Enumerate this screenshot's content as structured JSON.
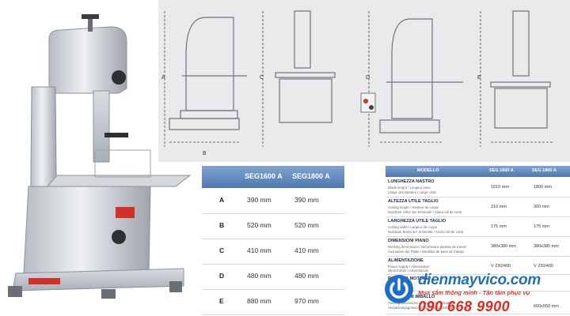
{
  "dims_table": {
    "headers": [
      "SEG1600 A",
      "SEG1800 A"
    ],
    "rows": [
      {
        "key": "A",
        "v1": "390 mm",
        "v2": "390 mm"
      },
      {
        "key": "B",
        "v1": "520 mm",
        "v2": "520 mm"
      },
      {
        "key": "C",
        "v1": "410 mm",
        "v2": "410 mm"
      },
      {
        "key": "D",
        "v1": "480 mm",
        "v2": "480 mm"
      },
      {
        "key": "E",
        "v1": "880 mm",
        "v2": "970 mm"
      }
    ]
  },
  "spec_table": {
    "headers": [
      "MODELLO",
      "SEG 1600 A",
      "SEG 1800 A"
    ],
    "rows": [
      {
        "title": "LUNGHEZZA NASTRO",
        "subs": [
          "Blade lenght / Longeur lame",
          "Länge des Bandes / Largo cinta"
        ],
        "v1": "1610 mm",
        "v2": "1800 mm"
      },
      {
        "title": "ALTEZZA UTILE TAGLIO",
        "subs": [
          "Cutting height / Hauteur de coupe",
          "Nutzbare Höhe der Schneide / Altura útil de corte"
        ],
        "v1": "210 mm",
        "v2": "300 mm"
      },
      {
        "title": "LARGHEZZA UTILE TAGLIO",
        "subs": [
          "Cutting width / Largeur de coupe",
          "Nutzbare Breite der Schneide / Ancho útil de corte"
        ],
        "v1": "175 mm",
        "v2": "175 mm"
      },
      {
        "title": "DIMENSIONI PIANO",
        "subs": [
          "Working dimensions / Dimensions plateau de travail",
          "Ausmasse der Platte / Medidas de base de trabajo"
        ],
        "v1": "380x380 mm",
        "v2": "380x380 mm"
      },
      {
        "title": "ALIMENTAZIONE",
        "subs": [
          "Power supply / Alimentation",
          "Stromzufuhr / Alimentación"
        ],
        "v1": "V 230/400",
        "v2": "V 230/400"
      },
      {
        "title": "POTENZA MOTORE",
        "subs": [],
        "v1": "",
        "v2": ""
      },
      {
        "title": "DIMENSIONI IMBALLO",
        "subs": [
          "Packing dimensions / Dimensions emballage",
          "Verpackungsgrösse / Dimensiones embalaje"
        ],
        "v1": "",
        "v2": "600x550 mm"
      }
    ]
  },
  "watermark": {
    "name": "dienmayvico.com",
    "tagline": "Mua sắm thông minh - Tận tâm phục vụ",
    "phone": "090 668 9900"
  },
  "drawing_labels": [
    "A",
    "B",
    "C",
    "D",
    "E"
  ],
  "colors": {
    "header_blue": "#4f78b0",
    "brand_blue": "#1e6fc4",
    "brand_red": "#e2261c"
  }
}
